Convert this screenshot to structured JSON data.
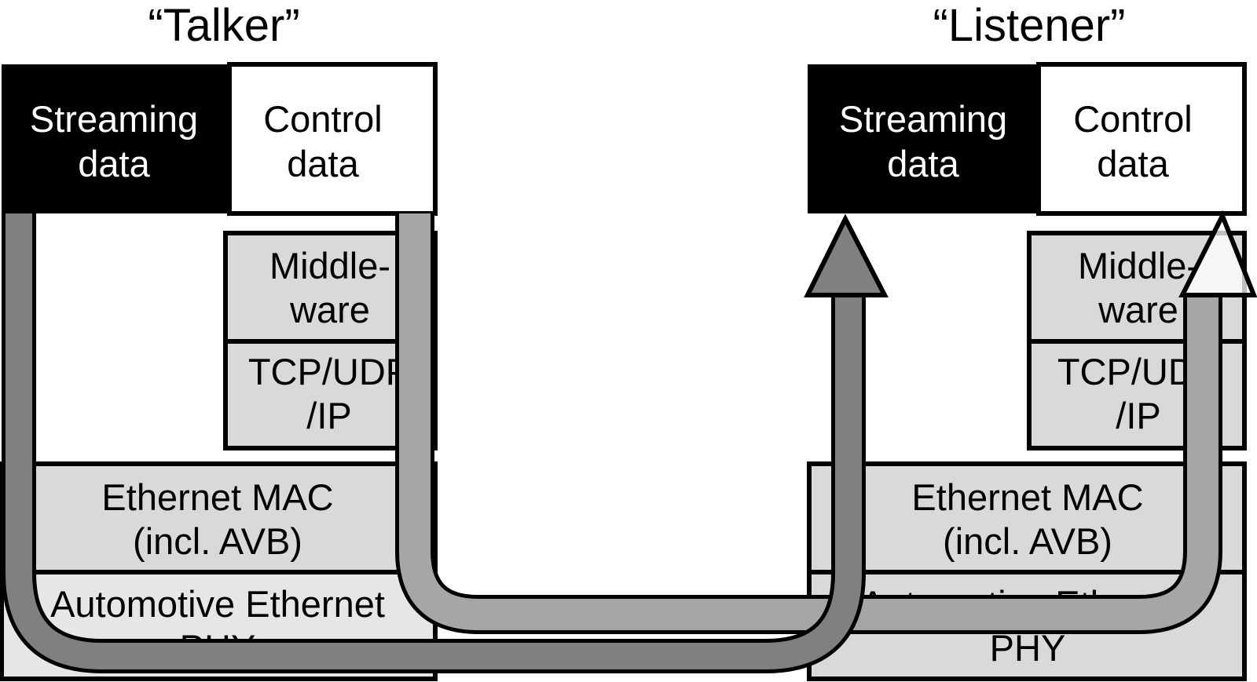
{
  "talker": {
    "title": "“Talker”",
    "streaming": [
      "Streaming",
      "data"
    ],
    "control": [
      "Control",
      "data"
    ],
    "middleware": [
      "Middle-",
      "ware"
    ],
    "tcp": [
      "TCP/UDP",
      "/IP"
    ],
    "mac": [
      "Ethernet  MAC",
      "(incl. AVB)"
    ],
    "phy": [
      "Automotive Ethernet",
      "PHY"
    ]
  },
  "listener": {
    "title": "“Listener”",
    "streaming": [
      "Streaming",
      "data"
    ],
    "control": [
      "Control",
      "data"
    ],
    "middleware": [
      "Middle-",
      "ware"
    ],
    "tcp": [
      "TCP/UDP",
      "/IP"
    ],
    "mac": [
      "Ethernet  MAC",
      "(incl. AVB)"
    ],
    "phy": [
      "Automotive Ethernet",
      "PHY"
    ]
  },
  "colors": {
    "streaming_box": "#000000",
    "stack_box": "#d9d9d9",
    "phy_box": "#e6e6e6",
    "streaming_path": "#808080",
    "control_path": "#ffffff",
    "outline": "#000000"
  }
}
